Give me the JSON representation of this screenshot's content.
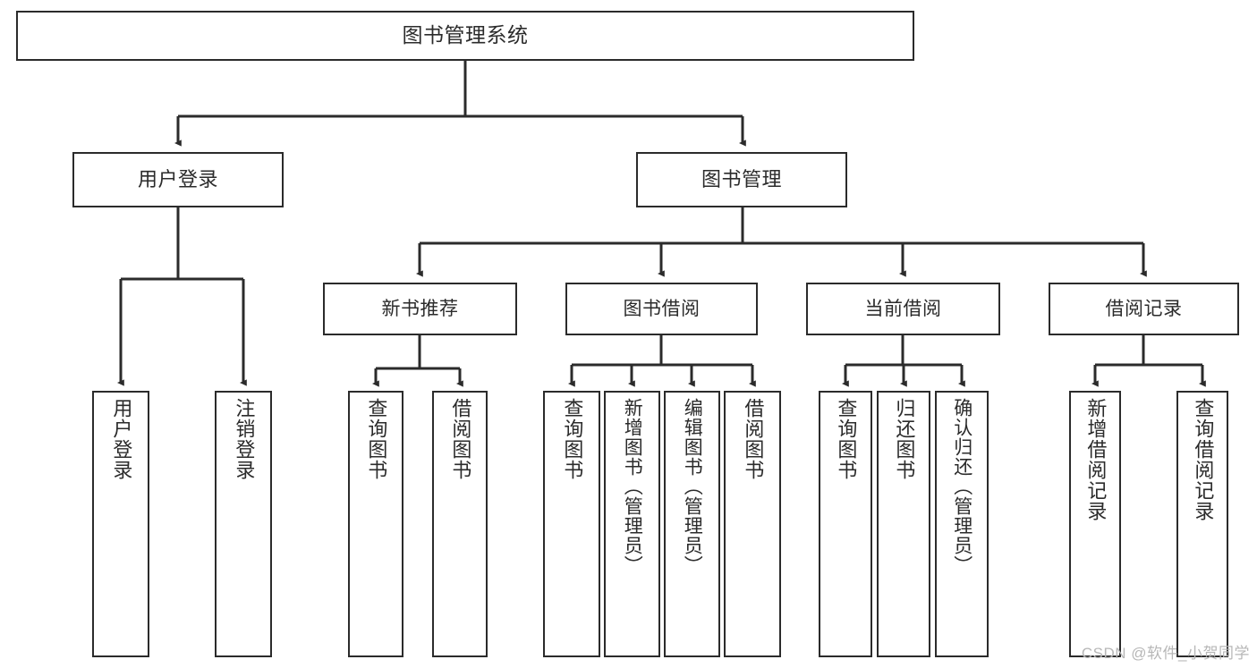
{
  "diagram": {
    "type": "tree-hierarchy-diagram",
    "title": "图书管理系统",
    "watermark": "CSDN @软件_小贺同学",
    "colors": {
      "box_border": "#2b2b2b",
      "box_fill": "#ffffff",
      "connector": "#2b2b2b",
      "text": "#2b2b2b",
      "watermark": "#b7b7b7",
      "background": "#ffffff"
    },
    "root": {
      "label": "图书管理系统"
    },
    "level2": [
      {
        "label": "用户登录"
      },
      {
        "label": "图书管理"
      }
    ],
    "level3": [
      {
        "label": "新书推荐"
      },
      {
        "label": "图书借阅"
      },
      {
        "label": "当前借阅"
      },
      {
        "label": "借阅记录"
      }
    ],
    "leaves": {
      "user_login": [
        {
          "label": "用户登录"
        },
        {
          "label": "注销登录"
        }
      ],
      "new_book_recommend": [
        {
          "label": "查询图书"
        },
        {
          "label": "借阅图书"
        }
      ],
      "book_borrow": [
        {
          "label": "查询图书"
        },
        {
          "label": "新增图书（管理员）"
        },
        {
          "label": "编辑图书（管理员）"
        },
        {
          "label": "借阅图书"
        }
      ],
      "current_borrow": [
        {
          "label": "查询图书"
        },
        {
          "label": "归还图书"
        },
        {
          "label": "确认归还（管理员）"
        }
      ],
      "borrow_record": [
        {
          "label": "新增借阅记录"
        },
        {
          "label": "查询借阅记录"
        }
      ]
    }
  }
}
